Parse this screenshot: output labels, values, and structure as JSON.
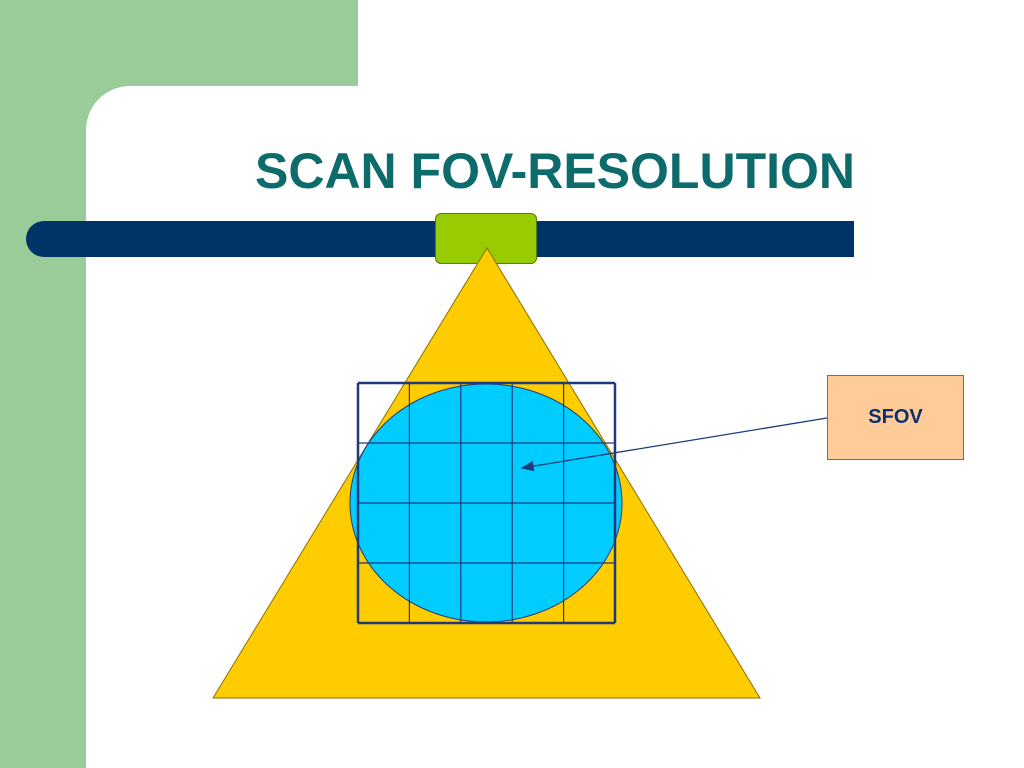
{
  "slide": {
    "title": "SCAN FOV-RESOLUTION",
    "callout_label": "SFOV"
  },
  "colors": {
    "side_panel": "#99cc99",
    "title_text": "#0e6b6b",
    "bar": "#003366",
    "source_block": "#99cc00",
    "beam_triangle": "#ffcc00",
    "fov_circle": "#00ccff",
    "grid_lines": "#1f3a7a",
    "callout_fill": "#ffcc99"
  },
  "diagram": {
    "grid_rows": 4,
    "grid_columns": 5
  }
}
